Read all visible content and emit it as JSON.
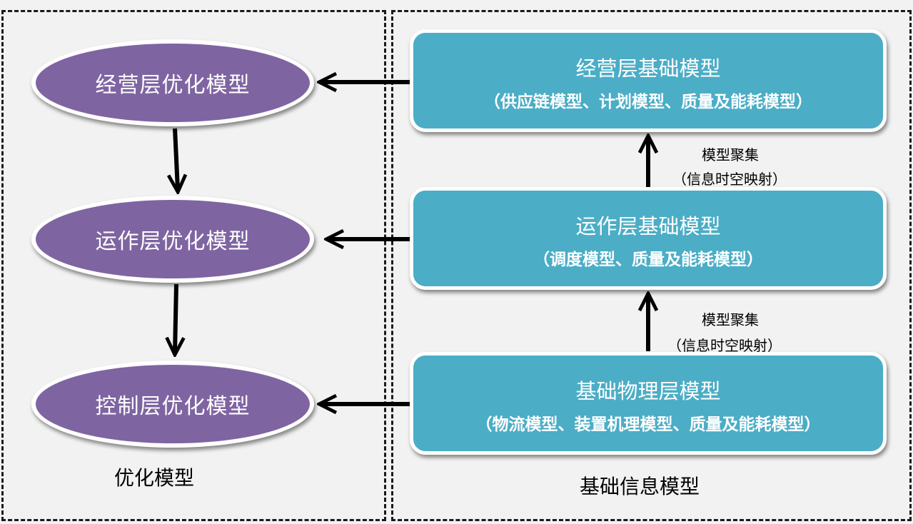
{
  "optimization": {
    "caption": "优化模型",
    "operation_layer": "经营层优化模型",
    "run_layer": "运作层优化模型",
    "control_layer": "控制层优化模型"
  },
  "basic_info": {
    "caption": "基础信息模型",
    "operation_layer": {
      "title": "经营层基础模型",
      "detail": "（供应链模型、计划模型、质量及能耗模型）"
    },
    "run_layer": {
      "title": "运作层基础模型",
      "detail": "（调度模型、质量及能耗模型）"
    },
    "physical_layer": {
      "title": "基础物理层模型",
      "detail": "（物流模型、装置机理模型、质量及能耗模型）"
    }
  },
  "aggregation": {
    "upper": {
      "line1": "模型聚集",
      "line2": "（信息时空映射）"
    },
    "lower": {
      "line1": "模型聚集",
      "line2": "（信息时空映射）"
    }
  },
  "colors": {
    "ellipse_fill": "#7f64a2",
    "box_fill": "#4badc6",
    "background": "#f2f2f2",
    "arrow": "#000000"
  }
}
